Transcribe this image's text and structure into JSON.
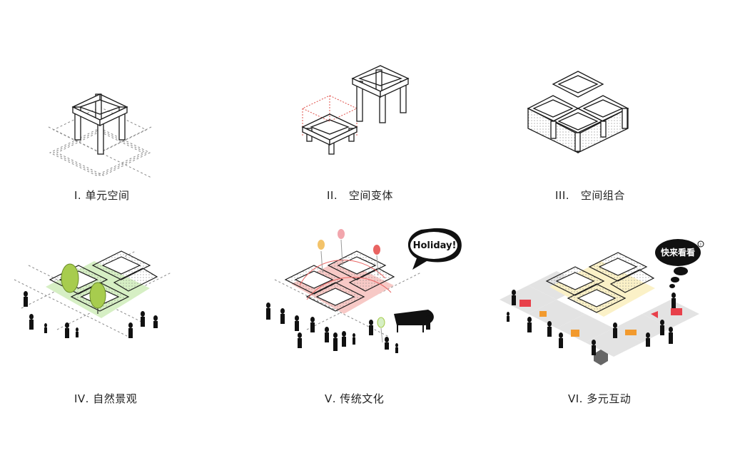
{
  "panels": [
    {
      "id": "p1",
      "caption": "Ⅰ. 单元空间"
    },
    {
      "id": "p2",
      "caption": "ⅠⅠ.   空间变体"
    },
    {
      "id": "p3",
      "caption": "ⅠⅠⅠ.   空间组合"
    },
    {
      "id": "p4",
      "caption": "ⅠⅤ. 自然景观"
    },
    {
      "id": "p5",
      "caption": "Ⅴ. 传统文化"
    },
    {
      "id": "p6",
      "caption": "ⅤⅠ. 多元互动"
    }
  ],
  "bubbles": {
    "holiday": "Holiday!",
    "come_look": "快来看看"
  },
  "colors": {
    "line": "#1a1a1a",
    "dashed": "#8a8a8a",
    "red_dashed": "#e0504a",
    "green_fill": "#d6efc4",
    "tree": "#a7cc4e",
    "pink_fill": "#f7c9c6",
    "balloon_yellow": "#f3c36a",
    "balloon_pink": "#f2a6ad",
    "balloon_red": "#e96462",
    "yellow_fill": "#fbf1c7",
    "orange": "#f29a2e",
    "red": "#e8404a",
    "grey_tile": "#e3e3e3"
  }
}
